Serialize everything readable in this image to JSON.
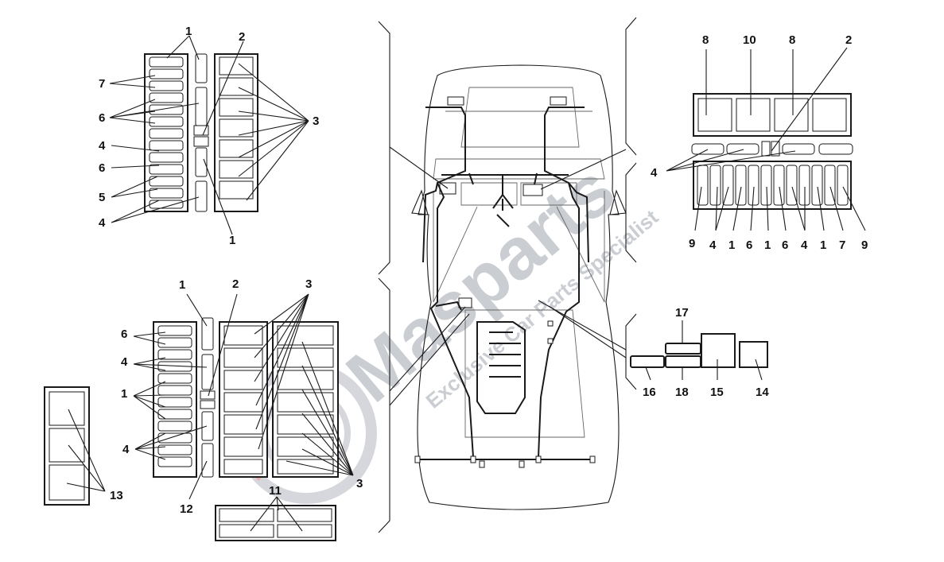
{
  "callouts": {
    "tl": [
      "1",
      "2",
      "7",
      "3",
      "6",
      "4",
      "6",
      "5",
      "4",
      "1"
    ],
    "tr": [
      "8",
      "10",
      "8",
      "2",
      "4",
      "9",
      "4",
      "1",
      "6",
      "1",
      "6",
      "4",
      "1",
      "7",
      "9"
    ],
    "bl": [
      "1",
      "2",
      "3",
      "6",
      "4",
      "1",
      "4",
      "12",
      "13",
      "11",
      "3"
    ],
    "br": [
      "17",
      "16",
      "18",
      "15",
      "14"
    ]
  },
  "watermark": {
    "brand": "Masparts",
    "tagline": "Exclusive Car Parts Specialist"
  },
  "colors": {
    "line": "#1a1a1a",
    "watermark": "#b4b8c0",
    "watermark_accent": "#e07070"
  }
}
